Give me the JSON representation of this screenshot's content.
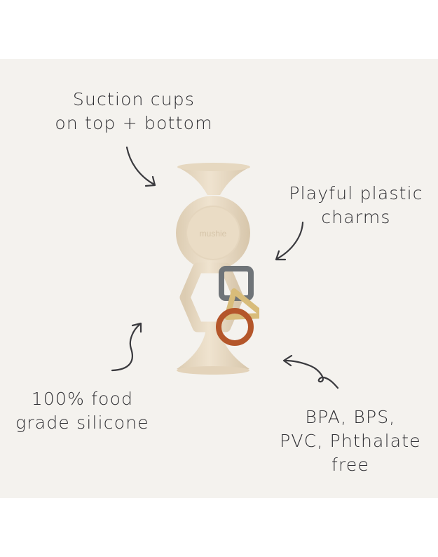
{
  "labels": {
    "suction": [
      "Suction cups",
      "on top + bottom"
    ],
    "charms": [
      "Playful plastic",
      "charms"
    ],
    "silicone": [
      "100% food",
      "grade silicone"
    ],
    "free": [
      "BPA, BPS,",
      "PVC, Phthalate",
      "free"
    ]
  },
  "product": {
    "brand_mark": "mushie"
  },
  "colors": {
    "background": "#f4f2ee",
    "silicone": "#e9dcc6",
    "charm_gray": "#6f7478",
    "charm_yellow": "#d8bc7a",
    "charm_rust": "#b4562a",
    "ink": "#2f2f33"
  }
}
